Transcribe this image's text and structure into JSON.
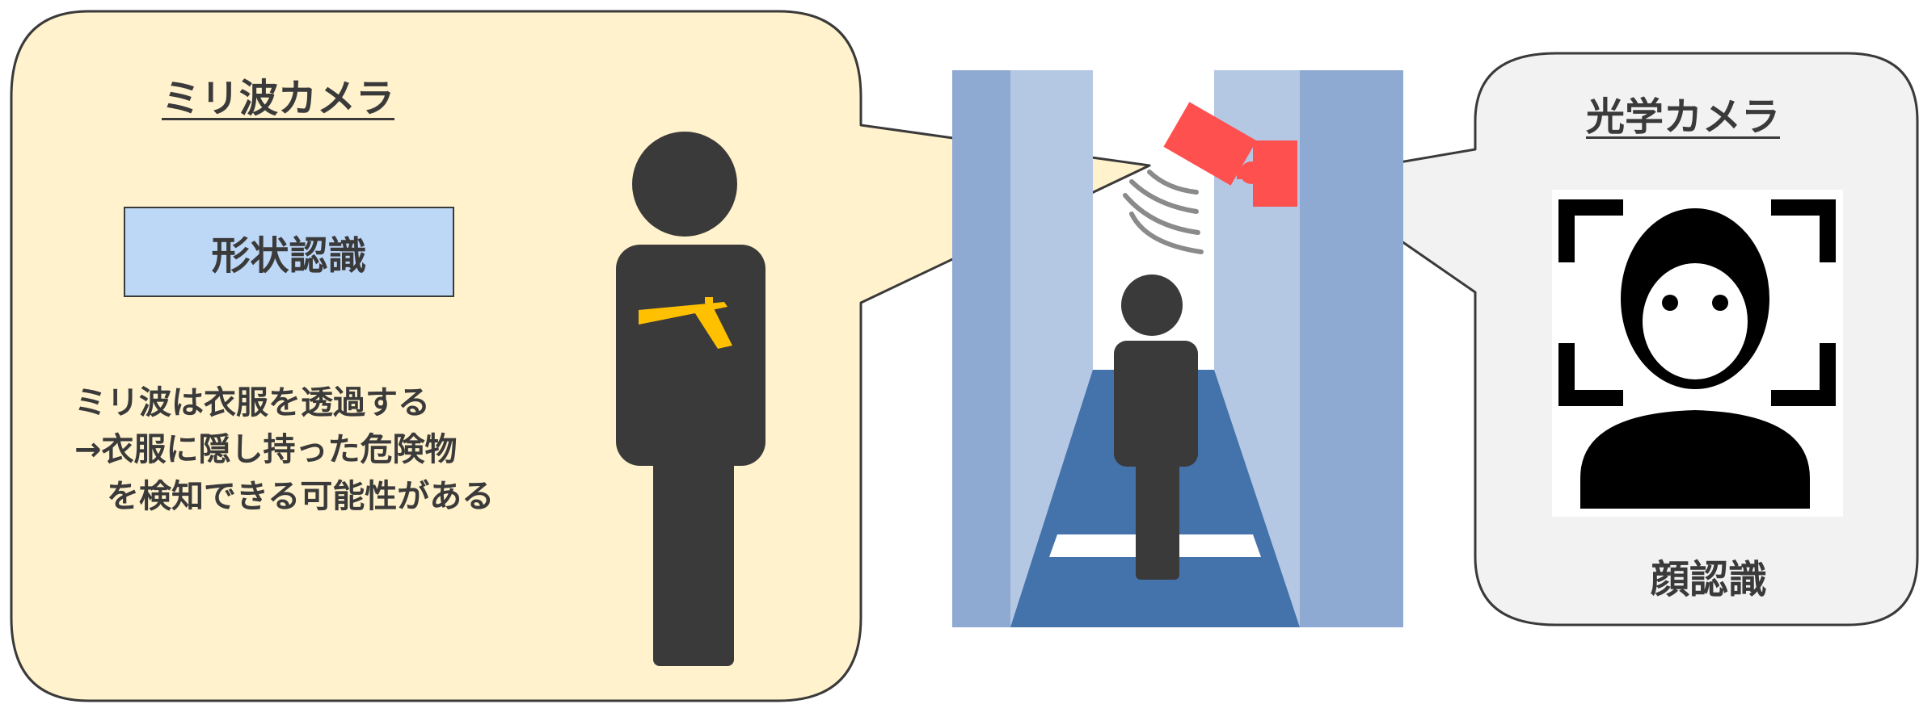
{
  "mmwave_panel": {
    "title": "ミリ波カメラ",
    "method_label": "形状認識",
    "description_lines": [
      "ミリ波は衣服を透過する",
      "→衣服に隠し持った危険物",
      "　を検知できる可能性がある"
    ]
  },
  "optical_panel": {
    "title": "光学カメラ",
    "method_label": "顔認識"
  },
  "colors": {
    "mmwave_bubble": "#fff2cc",
    "optical_bubble": "#f2f2f2",
    "person": "#3a3a3a",
    "gun": "#ffc000",
    "camera": "#ff5050",
    "pillar_dark": "#8eaad2",
    "pillar_light": "#b4c7e3",
    "floor": "#4472aa",
    "outline": "#3a3a3a"
  },
  "icons": [
    "person-with-concealed-gun-icon",
    "camera-wave-icon",
    "face-recognition-icon",
    "walkthrough-gate-icon"
  ]
}
